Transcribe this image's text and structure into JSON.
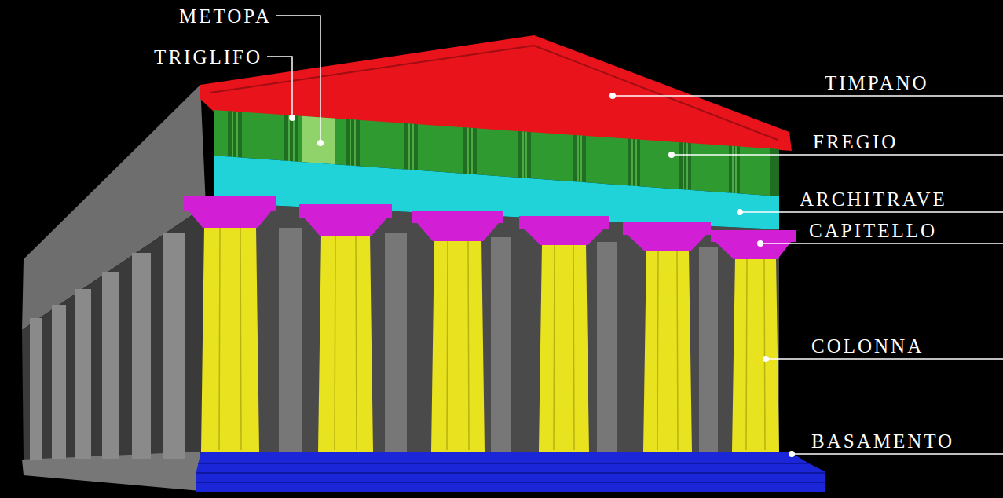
{
  "diagram": {
    "labels": [
      "METOPA",
      "TRIGLIFO",
      "TIMPANO",
      "FREGIO",
      "ARCHITRAVE",
      "CAPITELLO",
      "COLONNA",
      "BASAMENTO"
    ]
  }
}
